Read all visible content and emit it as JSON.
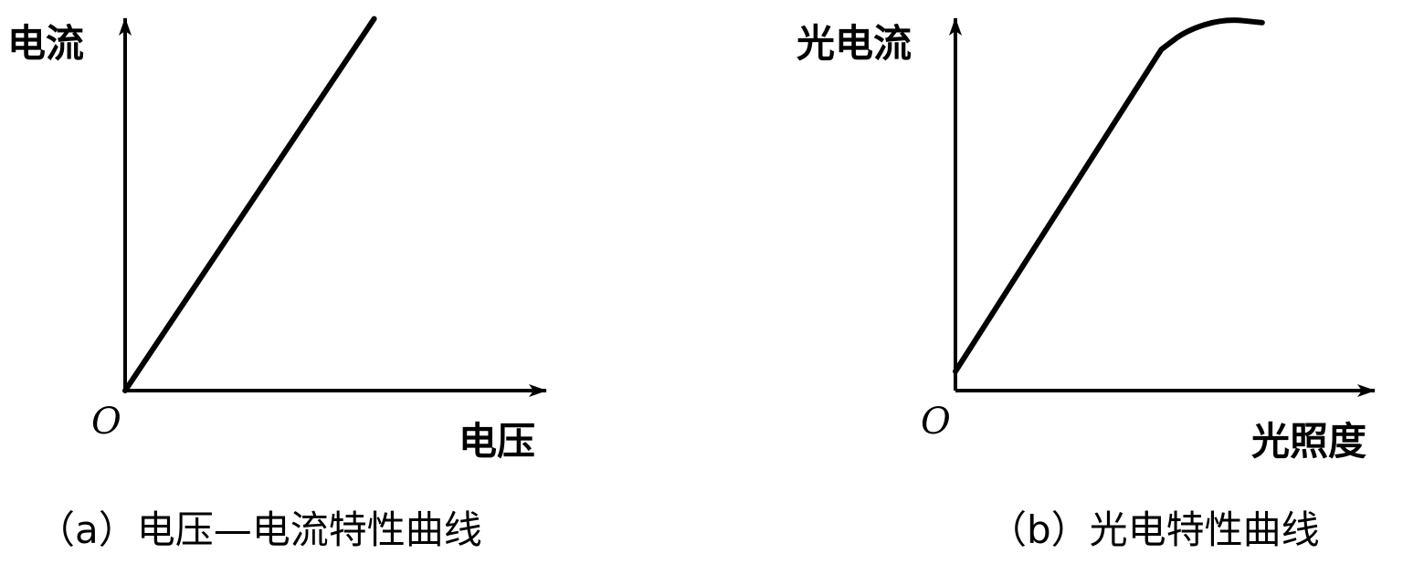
{
  "chart_data": [
    {
      "type": "line",
      "title": "（a）电压—电流特性曲线",
      "xlabel": "电压",
      "ylabel": "电流",
      "origin_label": "O",
      "series": [
        {
          "x": [
            0,
            0.58
          ],
          "y": [
            0,
            0.97
          ]
        }
      ],
      "xlim": [
        0,
        1
      ],
      "ylim": [
        0,
        1
      ],
      "grid": false
    },
    {
      "type": "line",
      "title": "（b）光电特性曲线",
      "xlabel": "光照度",
      "ylabel": "光电流",
      "origin_label": "O",
      "series": [
        {
          "x": [
            0,
            0.49,
            0.55,
            0.64,
            0.73
          ],
          "y": [
            0.05,
            0.89,
            0.94,
            0.97,
            0.96
          ]
        }
      ],
      "xlim": [
        0,
        1
      ],
      "ylim": [
        0,
        1
      ],
      "grid": false
    }
  ]
}
